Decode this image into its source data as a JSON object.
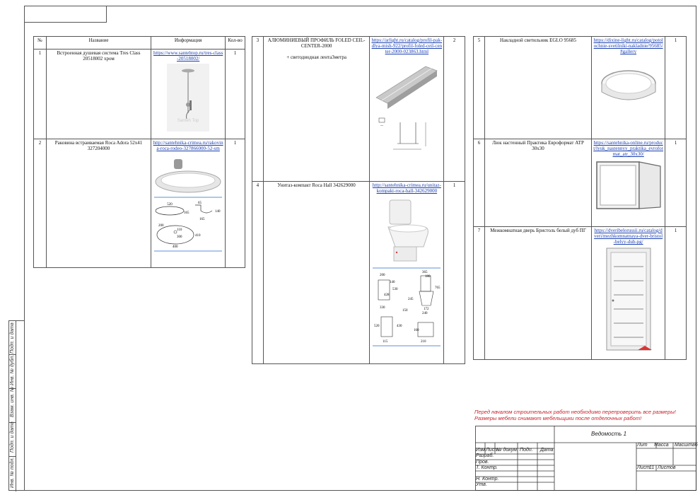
{
  "table1": {
    "headers": {
      "num": "№",
      "name": "Название",
      "info": "Информация",
      "qty": "Кол-во"
    },
    "rows": [
      {
        "num": "1",
        "name": "Встроенная душевая система Tres Class 20518002 хром",
        "link": "https://www.santehtop.ru/tres-class-20518002/",
        "qty": "1",
        "watermark": "Santeh Top"
      },
      {
        "num": "2",
        "name": "Раковина встраиваемая Roca Adora 52х41 327204000",
        "link": "http://santehnika-crimea.ru/rakovina-roca-rodeo-327866000-52-sm",
        "qty": "1",
        "dims": [
          "520",
          "165",
          "65",
          "140",
          "165",
          "200",
          "110",
          "300",
          "410",
          "400"
        ]
      }
    ]
  },
  "table2": {
    "rows": [
      {
        "num": "3",
        "name": "АЛЮМИНИЕВЫЙ ПРОФИЛЬ FOLED CEIL-CENTER-2000",
        "extra": "+ светодиодная лента3метра",
        "link": "https://arlight.ru/catalog/profil-pak-dlya-mish-922/profil-foled-ceil-center-2000-023863.html",
        "qty": "2"
      },
      {
        "num": "4",
        "name": "Унитаз-компакт Roca Hall 342629000",
        "link": "http://santehnika-crimea.ru/unitaz-kompakt-roca-hall-342629000",
        "qty": "1",
        "dims": [
          "200",
          "140",
          "365",
          "180",
          "530",
          "765",
          "428",
          "245",
          "172",
          "240",
          "330",
          "150",
          "430",
          "160",
          "520",
          "115",
          "210"
        ]
      }
    ]
  },
  "table3": {
    "rows": [
      {
        "num": "5",
        "name": "Накладной светильник EGLO 95685",
        "link": "https://dixine-light.ru/catalog/potolochnie-svetilniki-nakladnie/95685/#gallery",
        "qty": "1"
      },
      {
        "num": "6",
        "name": "Люк настенный Практика Евроформат АТР 30х30",
        "link": "https://santehnika-online.ru/product/lyuk_nastennyy_praktika_evroformat_atr_30x30/",
        "qty": "1"
      },
      {
        "num": "7",
        "name": "Межкомнатная дверь Бристоль белый дуб ПГ",
        "link": "https://dveribelorussii.ru/catalog/dveri/mezhkomnatnaya-dver-bristol-belyy-dub-pg/",
        "qty": "1"
      }
    ]
  },
  "notes": {
    "line1": "Перед началом строительных работ необходимо перепроверить все размеры!",
    "line2": "Размеры мебели снимают мебельщики после отделочных работ!"
  },
  "title_block": {
    "sheet_title": "Ведомость 1",
    "cols": [
      "Изм",
      "Лист",
      "№ докум.",
      "Подп.",
      "Дата"
    ],
    "roles": [
      "Разраб.",
      "Пров.",
      "Т. Контр.",
      "",
      "Н. Контр.",
      "Утв."
    ],
    "lit": "Лит",
    "mass": "Масса",
    "scale": "Масштаб",
    "sheet": "Лист",
    "sheet_no": "11",
    "sheets": "Листов"
  },
  "side_labels": [
    "Инв. № подл.",
    "Подп. и дата",
    "Взам. инв. №",
    "Инв. № дубл.",
    "Подп. и дата"
  ]
}
